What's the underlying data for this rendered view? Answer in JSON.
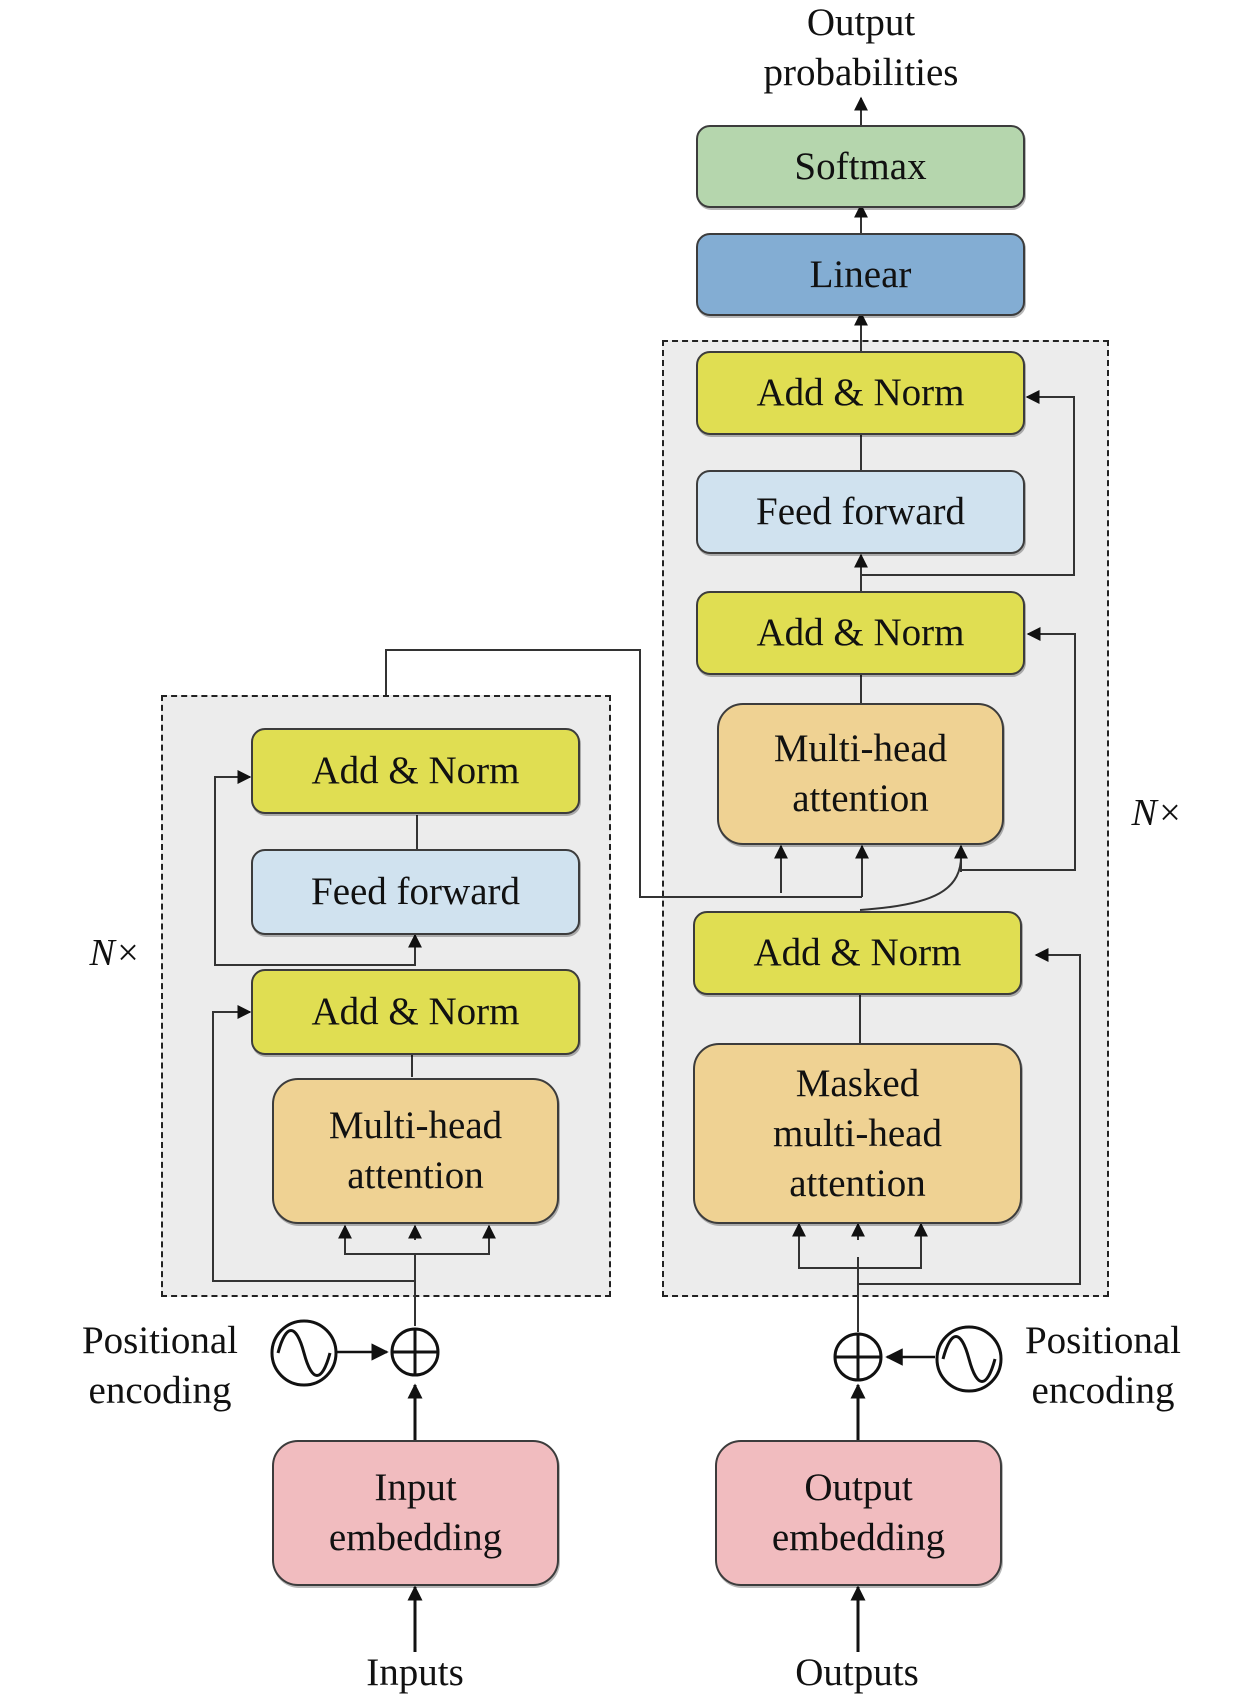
{
  "encoder": {
    "repeat_label": "N×",
    "add_norm_top": "Add & Norm",
    "feed_forward": "Feed forward",
    "add_norm_bottom": "Add & Norm",
    "attention": "Multi-head\nattention",
    "positional_encoding": "Positional\nencoding",
    "embedding": "Input\nembedding",
    "input_label": "Inputs"
  },
  "decoder": {
    "repeat_label": "N×",
    "add_norm_top": "Add & Norm",
    "feed_forward": "Feed forward",
    "add_norm_middle": "Add & Norm",
    "cross_attention": "Multi-head\nattention",
    "add_norm_bottom": "Add & Norm",
    "masked_attention": "Masked\nmulti-head\nattention",
    "positional_encoding": "Positional\nencoding",
    "embedding": "Output\nembedding",
    "output_label": "Outputs"
  },
  "head": {
    "linear": "Linear",
    "softmax": "Softmax",
    "output_label": "Output\nprobabilities"
  },
  "colors": {
    "add_norm": "#e0de52",
    "feed_forward": "#d0e2ef",
    "attention": "#efd293",
    "embedding": "#f1bcbf",
    "linear": "#83add3",
    "softmax": "#b5d6ad",
    "stack_background": "#ececec"
  },
  "icons": [
    "sine-wave-icon",
    "addition-circle-icon",
    "arrow-icon"
  ]
}
